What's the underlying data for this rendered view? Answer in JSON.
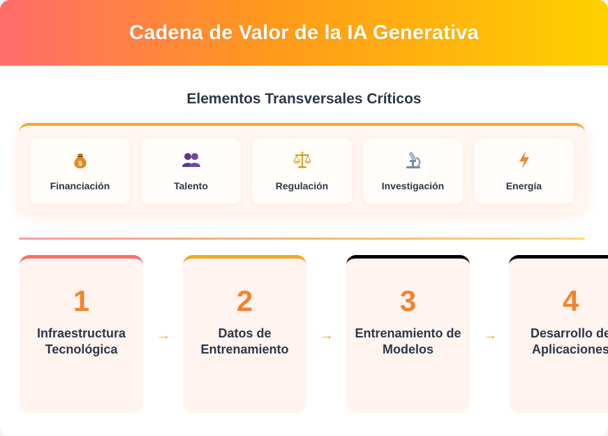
{
  "header": {
    "title": "Cadena de Valor de la IA Generativa"
  },
  "transversal": {
    "title": "Elementos Transversales Críticos",
    "items": [
      {
        "label": "Financiación",
        "icon": "money-bag-icon"
      },
      {
        "label": "Talento",
        "icon": "people-icon"
      },
      {
        "label": "Regulación",
        "icon": "scales-icon"
      },
      {
        "label": "Investigación",
        "icon": "microscope-icon"
      },
      {
        "label": "Energía",
        "icon": "lightning-icon"
      }
    ]
  },
  "steps": [
    {
      "number": "1",
      "label": "Infraestructura Tecnológica",
      "accent": "#ff6b6b"
    },
    {
      "number": "2",
      "label": "Datos de Entrenamiento",
      "accent": "#f5a623"
    },
    {
      "number": "3",
      "label": "Entrenamiento de Modelos",
      "accent": "#000000"
    },
    {
      "number": "4",
      "label": "Desarrollo de Aplicaciones",
      "accent": "#000000"
    }
  ],
  "arrows": [
    "→",
    "→",
    "→"
  ],
  "colors": {
    "header_gradient_start": "#ff6b6b",
    "header_gradient_end": "#ffd000",
    "number_color": "#f5832a",
    "card_bg": "#fff4ef"
  }
}
